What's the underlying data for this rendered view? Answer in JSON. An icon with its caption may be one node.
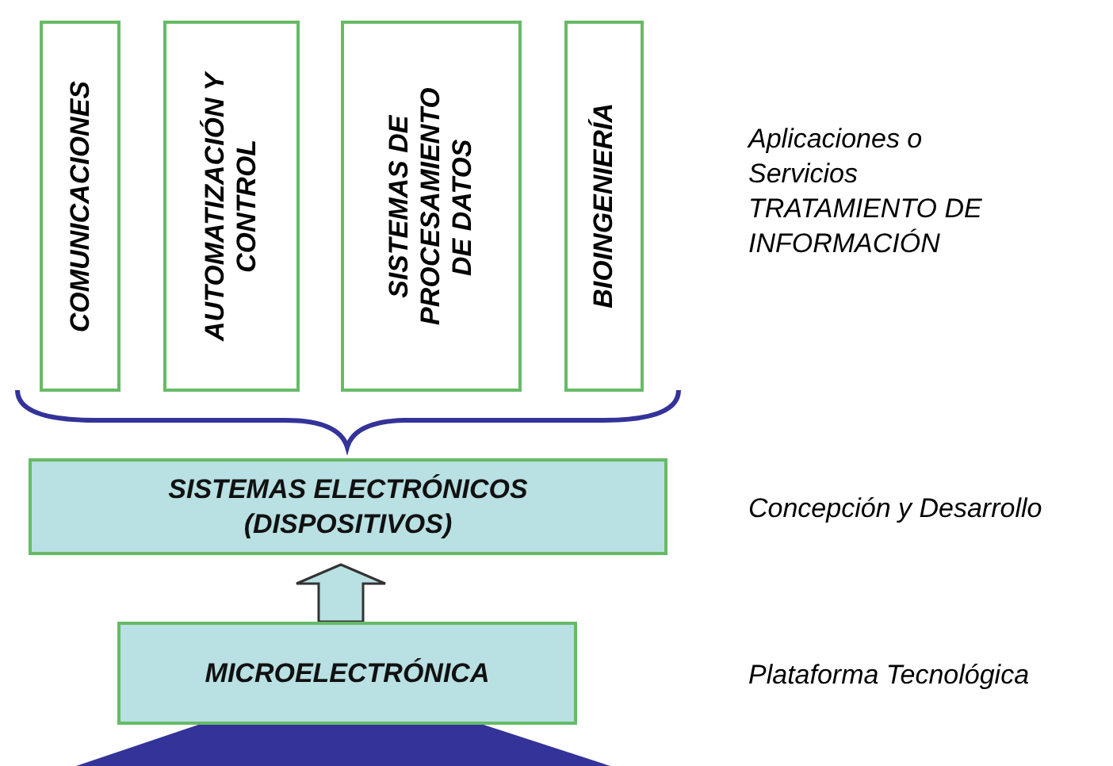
{
  "diagram": {
    "nodes": [
      {
        "text": [
          "COMUNICACIONES"
        ]
      },
      {
        "text": [
          "AUTOMATIZACIÓN Y CONTROL"
        ]
      },
      {
        "text": [
          "SISTEMAS DE PROCESAMIENTO DE DATOS"
        ]
      },
      {
        "text": [
          "BIOINGENIERÍA"
        ]
      },
      {
        "text": [
          "SISTEMAS ELECTRÓNICOS (DISPOSITIVOS)"
        ]
      },
      {
        "text": [
          "MICROELECTRÓNICA"
        ]
      },
      {
        "text": [],
        "shape": "trapezoid"
      }
    ],
    "edges": [
      {
        "from": 5,
        "to": 4,
        "arrow": "to",
        "style": "thick"
      }
    ],
    "labels": [
      "Aplicaciones o Servicios",
      "TRATAMIENTO DE INFORMACIÓN",
      "Concepción y Desarrollo",
      "Plataforma Tecnológica"
    ]
  }
}
